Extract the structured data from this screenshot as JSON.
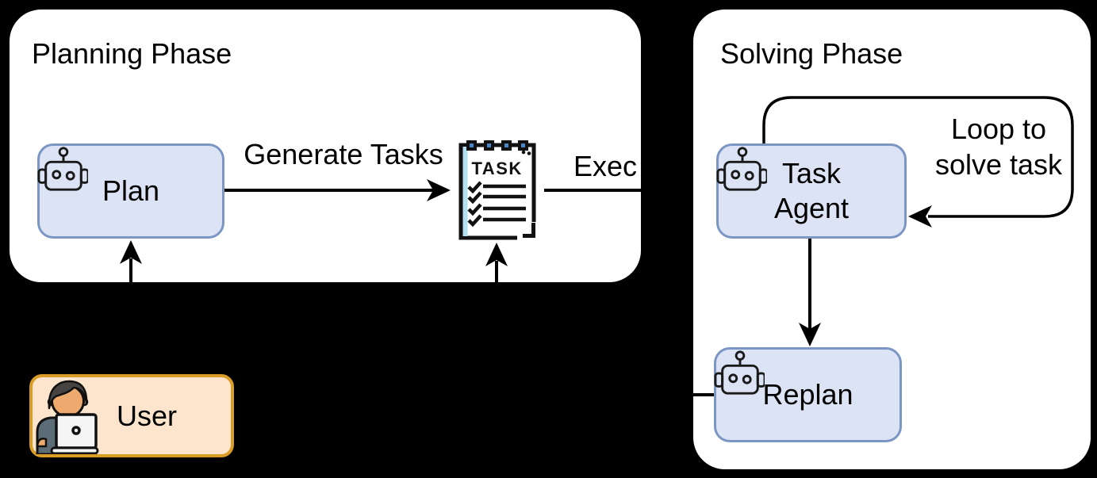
{
  "planning": {
    "title": "Planning Phase",
    "plan_label": "Plan",
    "generate_tasks_label": "Generate Tasks",
    "exec_label": "Exec",
    "task_list_title": "TASK"
  },
  "solving": {
    "title": "Solving Phase",
    "task_agent_label": "Task Agent",
    "loop_label": "Loop to solve task",
    "replan_label": "Replan"
  },
  "user": {
    "label": "User"
  },
  "icons": {
    "robot": "robot-icon",
    "task_list": "task-checklist-icon",
    "person": "user-at-laptop-icon"
  },
  "colors": {
    "background": "#000000",
    "phase_fill": "#ffffff",
    "phase_border": "#000000",
    "agent_fill": "#dbe3f5",
    "agent_border": "#7c96c4",
    "user_fill": "#fce5cc",
    "user_border": "#d89c27",
    "connector": "#000000",
    "task_clip_accent": "#4a86c8",
    "task_margin_strip": "#b3e0f2"
  }
}
